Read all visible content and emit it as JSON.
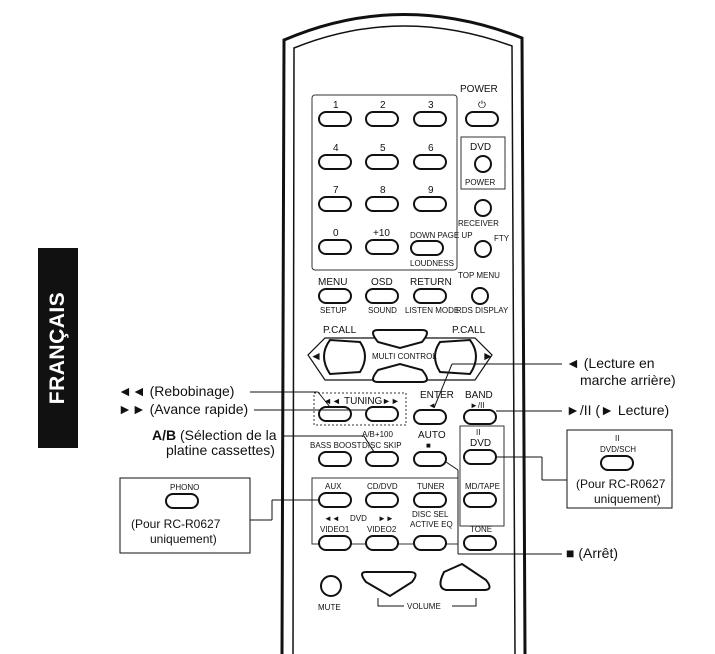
{
  "side_tab": {
    "label": "FRANÇAIS",
    "color": "#111111"
  },
  "remote": {
    "power": "POWER",
    "dvd_power_top": "DVD",
    "dvd_power_bottom": "POWER",
    "receiver": "RECEIVER",
    "fty": "FTY",
    "digits": [
      "1",
      "2",
      "3",
      "4",
      "5",
      "6",
      "7",
      "8",
      "9",
      "0",
      "+10"
    ],
    "down_page": "DOWN PAGE UP",
    "loudness": "LOUDNESS",
    "menu": "MENU",
    "setup": "SETUP",
    "osd": "OSD",
    "sound": "SOUND",
    "return": "RETURN",
    "listen_mode": "LISTEN MODE",
    "top_menu": "TOP MENU",
    "rds_display": "RDS DISPLAY",
    "pcall_left": "P.CALL",
    "pcall_right": "P.CALL",
    "multi_control": "MULTI CONTROL",
    "tuning": "TUNING",
    "enter": "ENTER",
    "band": "BAND",
    "ab_100": "A/B+100",
    "bass_boost": "BASS BOOST",
    "disc_skip": "DISC SKIP",
    "auto": "AUTO",
    "dvd": "DVD",
    "aux": "AUX",
    "cd_dvd": "CD/DVD",
    "tuner": "TUNER",
    "md_tape": "MD/TAPE",
    "dvd_nav": "DVD",
    "disc_sel": "DISC SEL",
    "active_eq": "ACTIVE EQ",
    "video1": "VIDEO1",
    "video2": "VIDEO2",
    "tone": "TONE",
    "mute": "MUTE",
    "volume": "VOLUME"
  },
  "callouts": {
    "rewind": "◄◄ (Rebobinage)",
    "ff": "►► (Avance rapide)",
    "ab_bold": "A/B",
    "ab_rest": " (Sélection de la",
    "ab_line2": "platine cassettes)",
    "reverse_line1": "◄ (Lecture en",
    "reverse_line2": "marche arrière)",
    "play_pause": "►/II (► Lecture)",
    "stop": "■ (Arrêt)"
  },
  "insets": {
    "phono_label": "PHONO",
    "phono_note_line1": "(Pour RC-R0627",
    "phono_note_line2": "uniquement)",
    "dvdsch_label": "DVD/SCH",
    "dvdsch_note_line1": "(Pour RC-R0627",
    "dvdsch_note_line2": "uniquement)"
  }
}
